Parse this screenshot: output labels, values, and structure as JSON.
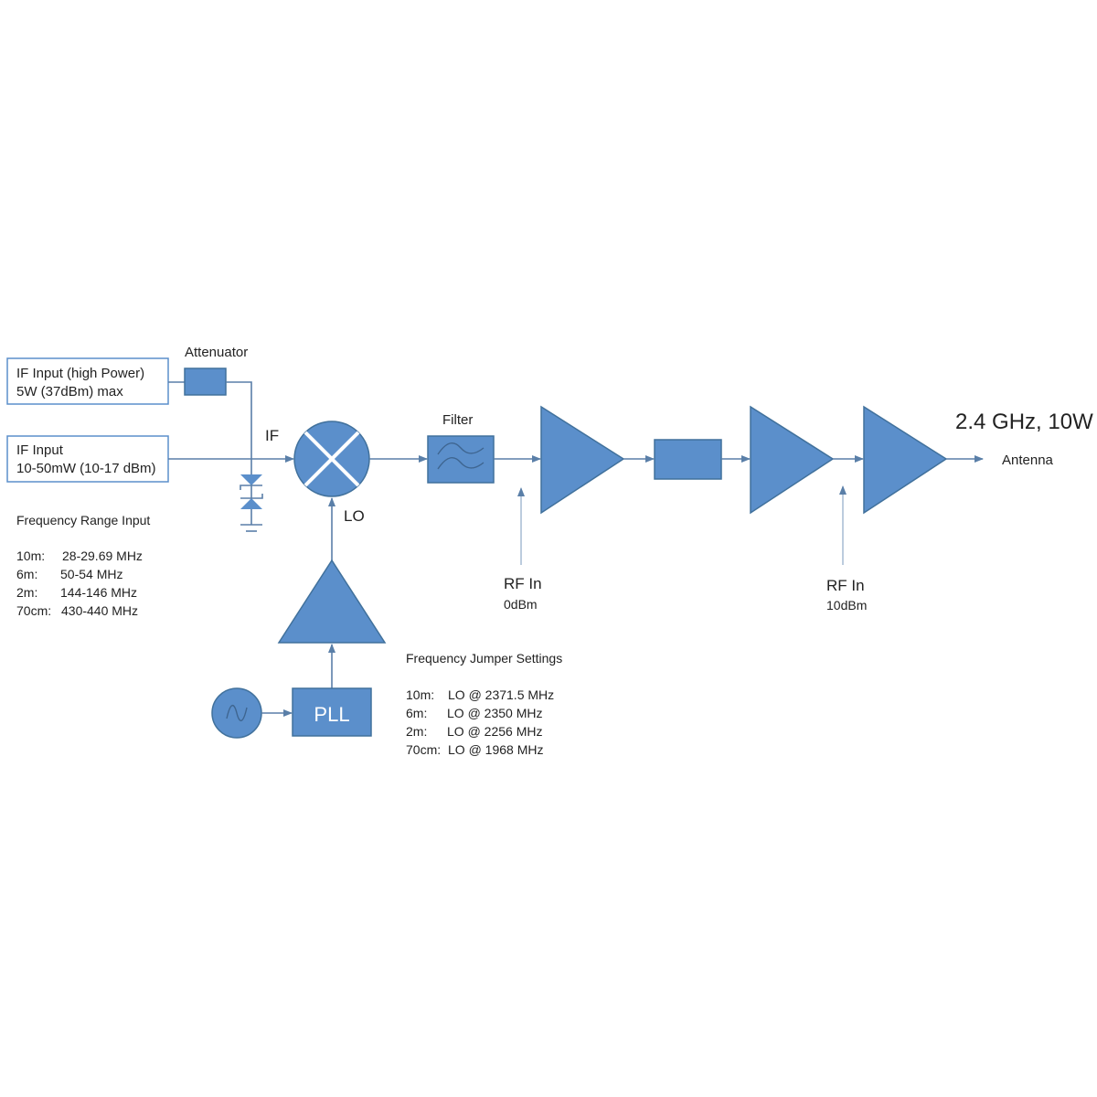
{
  "inputs": {
    "high_power": {
      "line1": "IF Input (high Power)",
      "line2": "5W (37dBm) max"
    },
    "low_power": {
      "line1": "IF Input",
      "line2": "10-50mW (10-17 dBm)"
    }
  },
  "labels": {
    "attenuator": "Attenuator",
    "if": "IF",
    "lo": "LO",
    "filter": "Filter",
    "pll": "PLL",
    "output": "2.4 GHz, 10W",
    "antenna": "Antenna",
    "rf_in_1": "RF In",
    "rf_in_1_level": "0dBm",
    "rf_in_2": "RF In",
    "rf_in_2_level": "10dBm"
  },
  "frequency_range": {
    "title": "Frequency Range Input",
    "rows": [
      {
        "band": "10m:",
        "range": "28-29.69 MHz"
      },
      {
        "band": "6m:",
        "range": "50-54 MHz"
      },
      {
        "band": "2m:",
        "range": "144-146 MHz"
      },
      {
        "band": "70cm:",
        "range": "430-440 MHz"
      }
    ]
  },
  "jumper_settings": {
    "title": "Frequency Jumper Settings",
    "rows": [
      {
        "band": "10m:",
        "lo": "LO @ 2371.5 MHz"
      },
      {
        "band": "6m:",
        "lo": "LO @ 2350 MHz"
      },
      {
        "band": "2m:",
        "lo": "LO @ 2256 MHz"
      },
      {
        "band": "70cm:",
        "lo": "LO @ 1968 MHz"
      }
    ]
  },
  "colors": {
    "block": "#5b8fcb",
    "block_stroke": "#41719c",
    "line": "#5a7fa8"
  }
}
